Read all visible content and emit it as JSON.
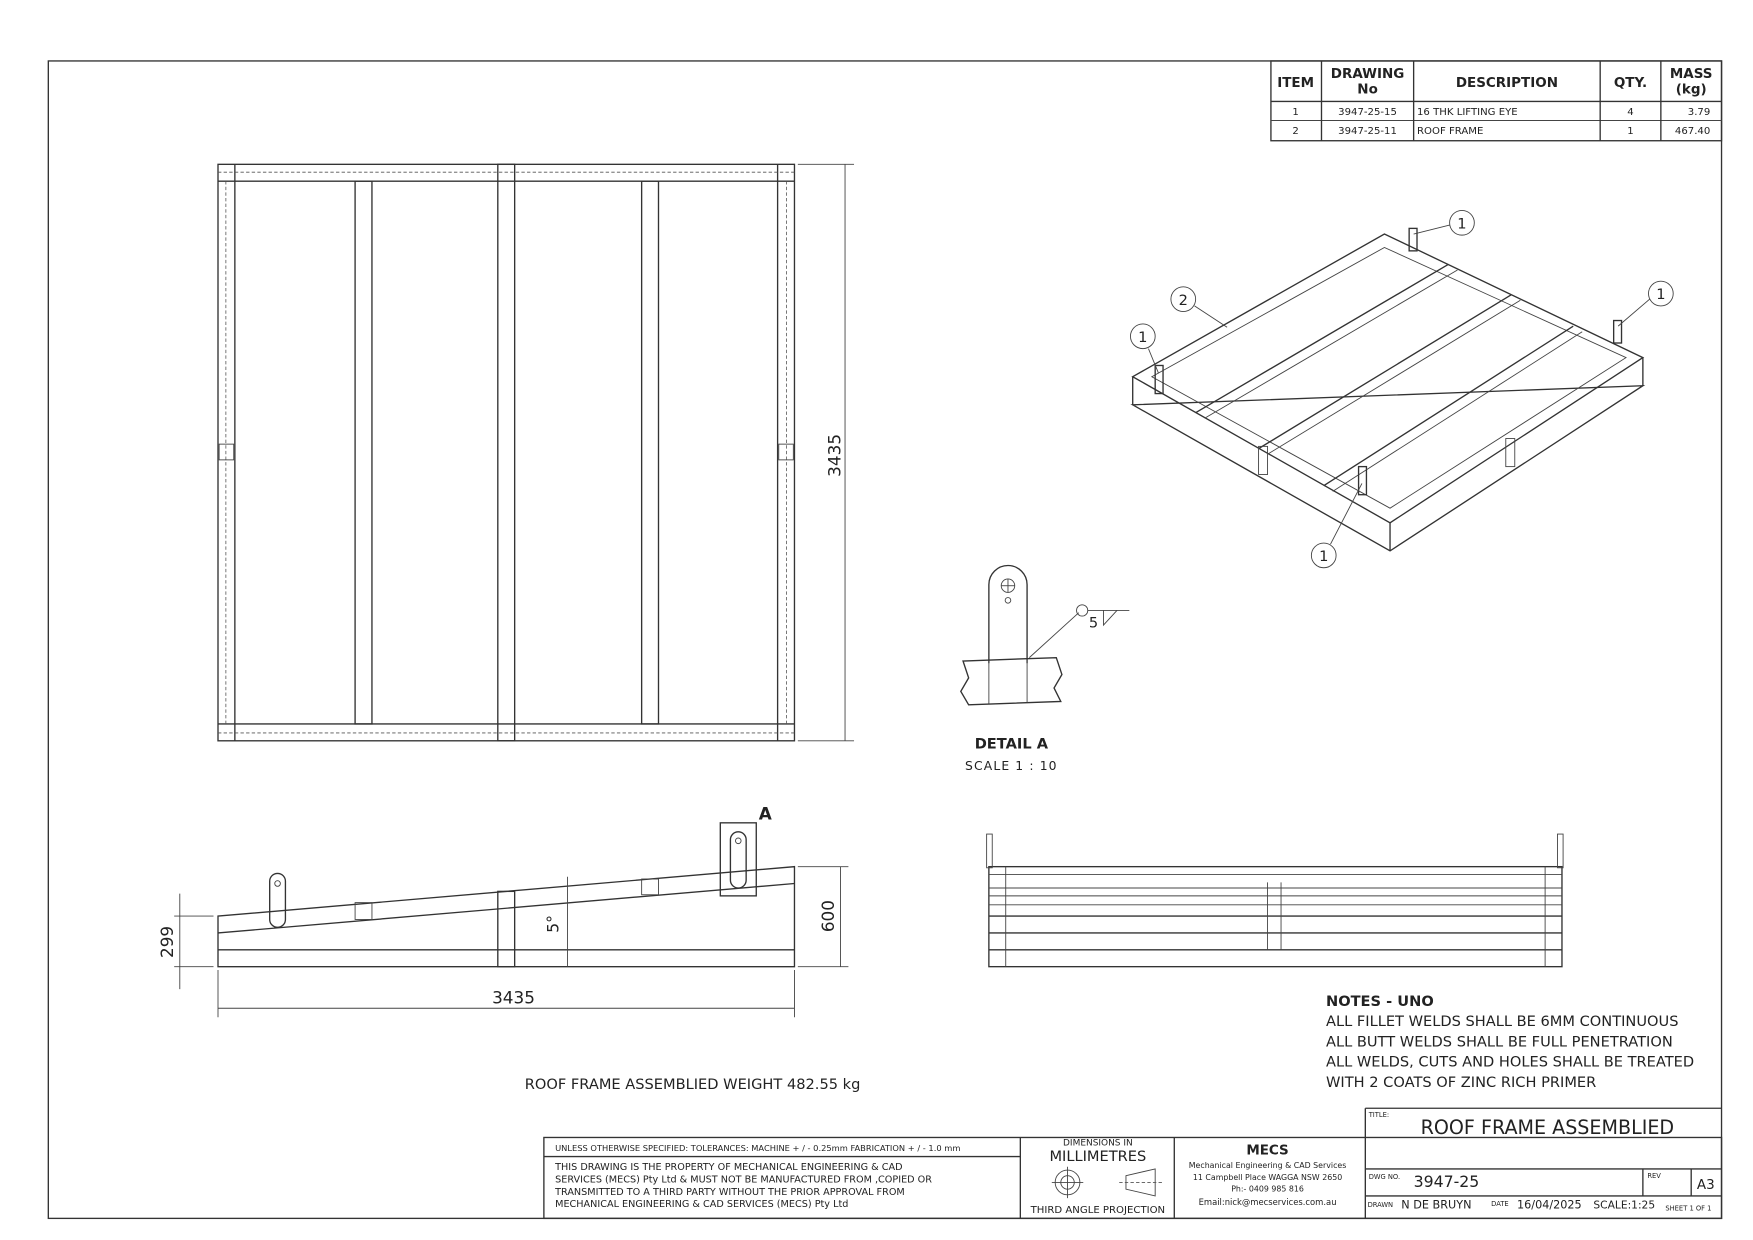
{
  "bom": {
    "headers": {
      "item": "ITEM",
      "drawing_no_1": "DRAWING",
      "drawing_no_2": "No",
      "description": "DESCRIPTION",
      "qty": "QTY.",
      "mass_1": "MASS",
      "mass_2": "(kg)"
    },
    "rows": [
      {
        "item": "1",
        "drawing_no": "3947-25-15",
        "description": "16 THK LIFTING EYE",
        "qty": "4",
        "mass": "3.79"
      },
      {
        "item": "2",
        "drawing_no": "3947-25-11",
        "description": "ROOF FRAME",
        "qty": "1",
        "mass": "467.40"
      }
    ]
  },
  "views": {
    "plan_dim_height": "3435",
    "side_dim_width": "3435",
    "side_dim_low": "299",
    "side_dim_high": "600",
    "side_angle": "5°",
    "detail_marker": "A",
    "detail_title": "DETAIL A",
    "detail_scale": "SCALE 1 : 10",
    "weld_size": "5",
    "balloons": {
      "eye": "1",
      "frame": "2"
    }
  },
  "weight_note": "ROOF FRAME ASSEMBLIED WEIGHT 482.55 kg",
  "notes": {
    "title": "NOTES - UNO",
    "lines": [
      "ALL FILLET WELDS SHALL BE 6MM CONTINUOUS",
      "ALL BUTT WELDS SHALL BE FULL PENETRATION",
      "ALL WELDS, CUTS AND HOLES SHALL BE TREATED",
      "WITH 2 COATS OF ZINC RICH PRIMER"
    ]
  },
  "title_block": {
    "tolerances": "UNLESS OTHERWISE SPECIFIED: TOLERANCES: MACHINE + / - 0.25mm  FABRICATION + / - 1.0 mm",
    "property": [
      "THIS DRAWING IS THE PROPERTY OF MECHANICAL ENGINEERING & CAD",
      "SERVICES (MECS) Pty Ltd & MUST NOT BE MANUFACTURED FROM ,COPIED OR",
      "TRANSMITTED TO A THIRD PARTY WITHOUT THE PRIOR APPROVAL FROM",
      "MECHANICAL ENGINEERING & CAD SERVICES (MECS) Pty Ltd"
    ],
    "dimensions_in": "DIMENSIONS IN",
    "units": "MILLIMETRES",
    "projection": "THIRD ANGLE PROJECTION",
    "company_logo": "MECS",
    "company_name": "Mechanical Engineering & CAD Services",
    "company_address": "11 Campbell Place WAGGA NSW 2650",
    "company_phone": "Ph:- 0409 985 816",
    "company_email": "Email:nick@mecservices.com.au",
    "title_label": "TITLE:",
    "title": "ROOF FRAME ASSEMBLIED",
    "dwg_label": "DWG NO.",
    "dwg_no": "3947-25",
    "rev_label": "REV",
    "size": "A3",
    "drawn_label": "DRAWN",
    "drawn_by": "N DE BRUYN",
    "date_label": "DATE",
    "date": "16/04/2025",
    "scale": "SCALE:1:25",
    "sheet": "SHEET 1 OF 1"
  }
}
